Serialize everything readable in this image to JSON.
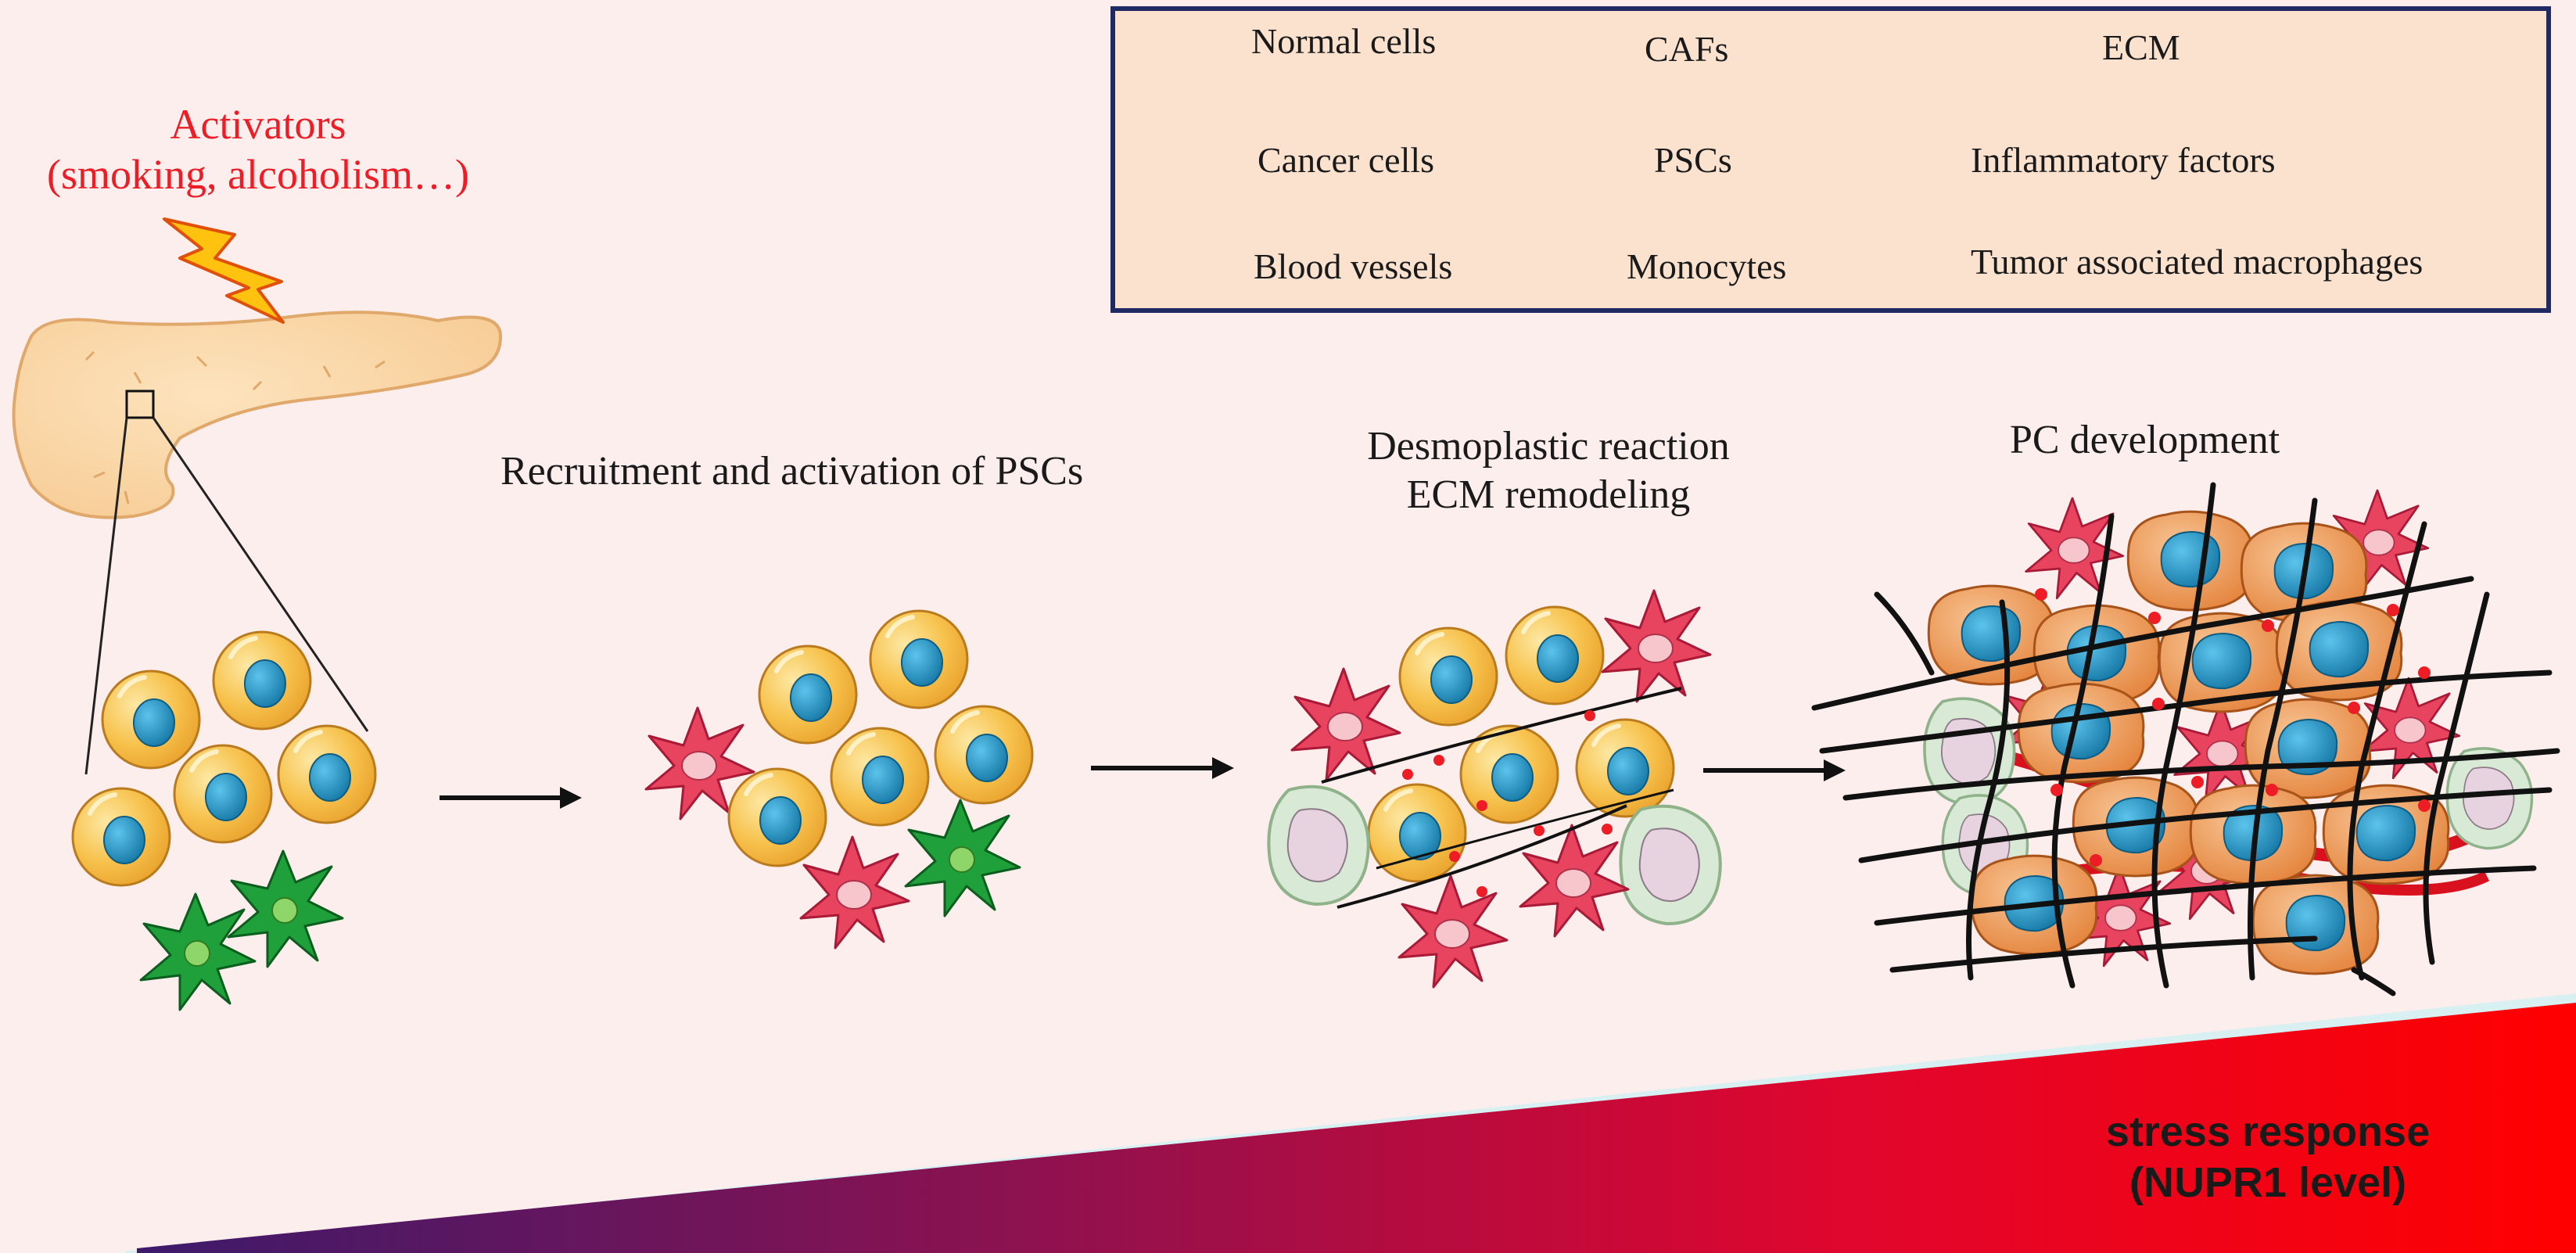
{
  "activators": {
    "line1": "Activators",
    "line2": "(smoking, alcoholism…)"
  },
  "legend": {
    "normal_cells": "Normal cells",
    "cafs": "CAFs",
    "ecm": "ECM",
    "cancer_cells": "Cancer cells",
    "pscs": "PSCs",
    "inflammatory_factors": "Inflammatory factors",
    "blood_vessels": "Blood vessels",
    "monocytes": "Monocytes",
    "tams": "Tumor associated macrophages"
  },
  "stages": {
    "stage1": "Recruitment and activation of PSCs",
    "stage2_line1": "Desmoplastic reaction",
    "stage2_line2": "ECM remodeling",
    "stage3": "PC development"
  },
  "gradient": {
    "line1": "stress response",
    "line2": "(NUPR1 level)"
  },
  "colors": {
    "background": "#fdeeee",
    "legend_bg": "#fbe2cf",
    "legend_border": "#1f2a63",
    "activator_red": "#ee1c25",
    "gradient_start": "#3d1a6b",
    "gradient_end": "#ff0000",
    "normal_cell": "#f7c24d",
    "nucleus": "#1f8fc4",
    "caf": "#e8435f",
    "psc": "#1fa03a",
    "cancer_cell": "#ee9a4f",
    "monocyte": "#cfe4cf"
  }
}
